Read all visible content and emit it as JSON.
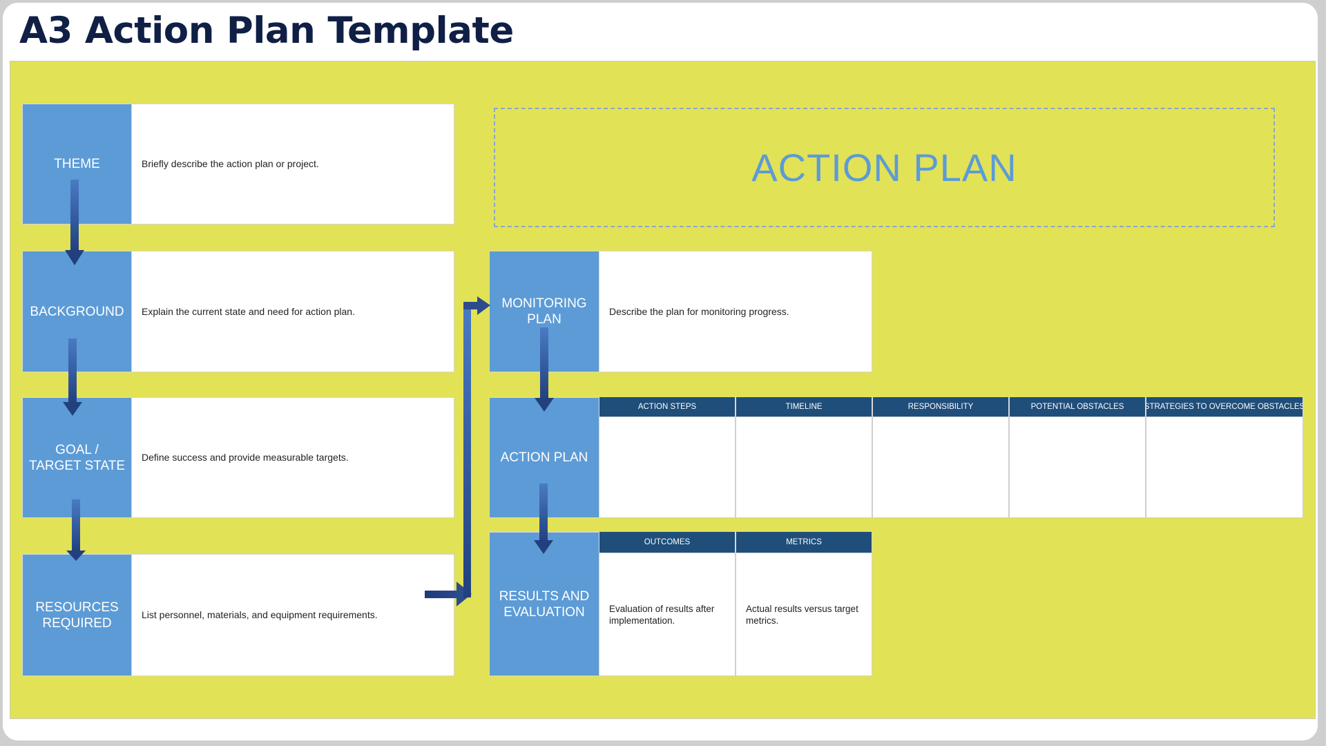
{
  "page": {
    "title": "A3 Action Plan Template"
  },
  "board": {
    "heading": "ACTION PLAN",
    "left_rows": [
      {
        "label": "THEME",
        "text": "Briefly describe the action plan or project."
      },
      {
        "label": "BACKGROUND",
        "text": "Explain the current state and need for action plan."
      },
      {
        "label": "GOAL / TARGET STATE",
        "text": "Define success and provide measurable targets."
      },
      {
        "label": "RESOURCES REQUIRED",
        "text": "List personnel, materials, and equipment requirements."
      }
    ],
    "monitoring": {
      "label": "MONITORING PLAN",
      "text": "Describe the plan for monitoring progress."
    },
    "action_plan": {
      "label": "ACTION PLAN",
      "columns": [
        "ACTION STEPS",
        "TIMELINE",
        "RESPONSIBILITY",
        "POTENTIAL OBSTACLES",
        "STRATEGIES TO OVERCOME OBSTACLES"
      ]
    },
    "results": {
      "label": "RESULTS AND EVALUATION",
      "columns": [
        {
          "header": "OUTCOMES",
          "text": "Evaluation of results after implementation."
        },
        {
          "header": "METRICS",
          "text": "Actual results versus target metrics."
        }
      ]
    }
  },
  "colors": {
    "board_background": "#e2e257",
    "label_blue": "#5c9bd6",
    "header_navy": "#1f4e7a",
    "arrow_navy": "#2c4c8c",
    "title_navy": "#0f1f45"
  }
}
